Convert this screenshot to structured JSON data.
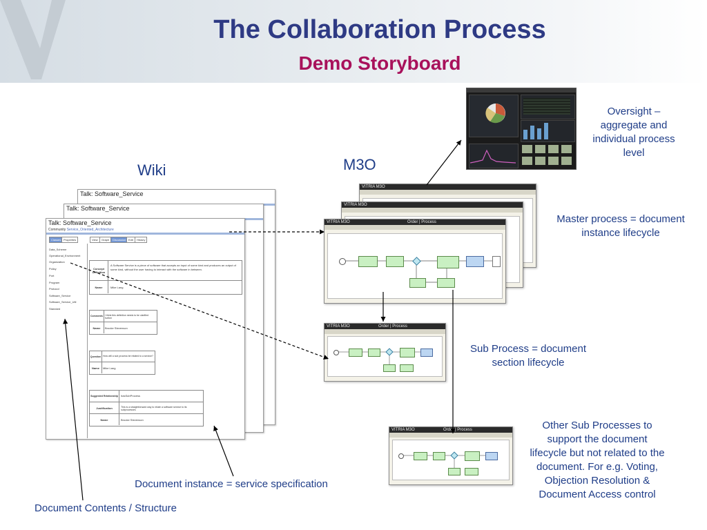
{
  "slide": {
    "title": "The Collaboration Process",
    "subtitle": "Demo Storyboard"
  },
  "labels": {
    "wiki": "Wiki",
    "m3o": "M3O",
    "oversight": [
      "Oversight –",
      "aggregate and",
      "individual process",
      "level"
    ],
    "master_process": [
      "Master process = document",
      "instance lifecycle"
    ],
    "sub_process": [
      "Sub Process = document",
      "section lifecycle"
    ],
    "other_sub": [
      "Other Sub Processes to",
      "support the document",
      "lifecycle but not related to the",
      "document. For e.g. Voting,",
      "Objection Resolution &",
      "Document Access control"
    ],
    "document_instance": "Document instance = service specification",
    "document_contents": "Document Contents / Structure"
  },
  "wiki_page": {
    "title": "Talk: Software_Service",
    "breadcrumb_prefix": "Community",
    "breadcrumb_link": "Service_Oriented_Architecture",
    "side_tabs": [
      "Classes",
      "Properties"
    ],
    "main_tabs": [
      "View",
      "Graph",
      "Discussion",
      "Edit",
      "History"
    ],
    "nav_items": [
      "Data_Scheme",
      "Operational_Environment",
      "Organization",
      "Policy",
      "Port",
      "Program",
      "Protocol",
      "Software_Service",
      "Software_Service_Util",
      "Standard"
    ],
    "concept_label": "Concept Definition",
    "concept_text": "A Software Service is a piece of software that accepts an input of some kind and produces an output of some kind, without the user having to interact with the software in between.",
    "name_label": "Name",
    "name1": "Mike Lang",
    "comments_label": "Comments",
    "comments_text": "I think this definition needs to be clarified further",
    "name2": "Brooke Stevenson",
    "question_label": "Question",
    "question_text": "How will a sub process be related to a service?",
    "name3": "Mike Lang",
    "suggested_label": "Suggested Relationship",
    "suggested_text": "hasSubProcess",
    "justification_label": "Justification",
    "justification_text": "This is a straightforward way to relate a software service to its subprocesses",
    "name4": "Brooke Stevenson"
  },
  "m3o_screen": {
    "brand": "VITRIA M3O",
    "window_title": "Order | Process"
  },
  "colors": {
    "title": "#2e3a84",
    "subtitle": "#a8115b",
    "label": "#1f3d88"
  }
}
